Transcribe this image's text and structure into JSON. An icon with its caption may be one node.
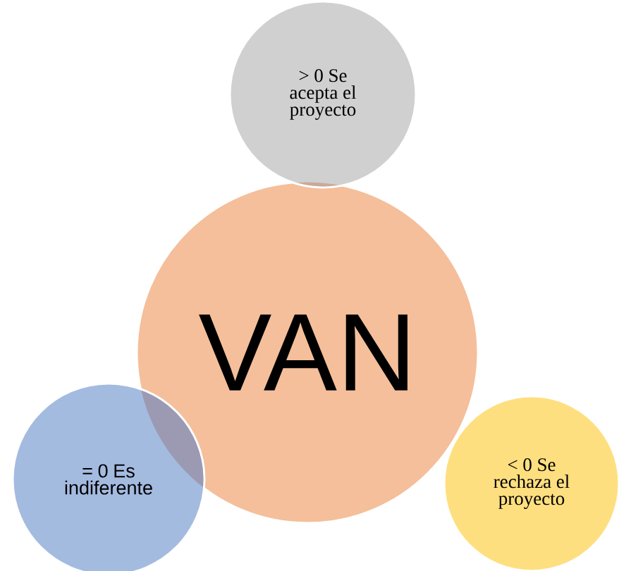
{
  "diagram": {
    "nodes": [
      {
        "text": [
          "VAN"
        ]
      },
      {
        "text": [
          "> 0 Se acepta el proyecto"
        ]
      },
      {
        "text": [
          "= 0 Es indiferente"
        ]
      },
      {
        "text": [
          "< 0 Se rechaza el proyecto"
        ]
      }
    ]
  }
}
